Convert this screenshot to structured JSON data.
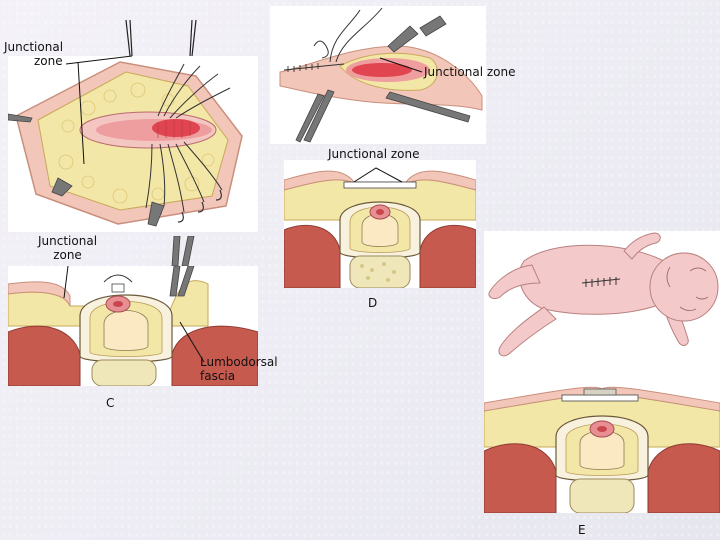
{
  "labels": {
    "junctional_zone_a": [
      "Junctional",
      "zone"
    ],
    "junctional_zone_b": "Junctional zone",
    "junctional_zone_d": "Junctional zone",
    "junctional_zone_c": [
      "Junctional",
      "zone"
    ],
    "lumbodorsal_fascia": [
      "Lumbodorsal",
      "fascia"
    ],
    "letter_c": "C",
    "letter_d": "D",
    "letter_e": "E"
  },
  "colors": {
    "skin": "#f2c6b8",
    "fat": "#f3e7a8",
    "muscle": "#c75a4e",
    "bone": "#efe6b9",
    "cord": "#e88f93",
    "dura": "#f7f1de",
    "baby": "#f4c9c9",
    "wound": "#e1454f"
  }
}
